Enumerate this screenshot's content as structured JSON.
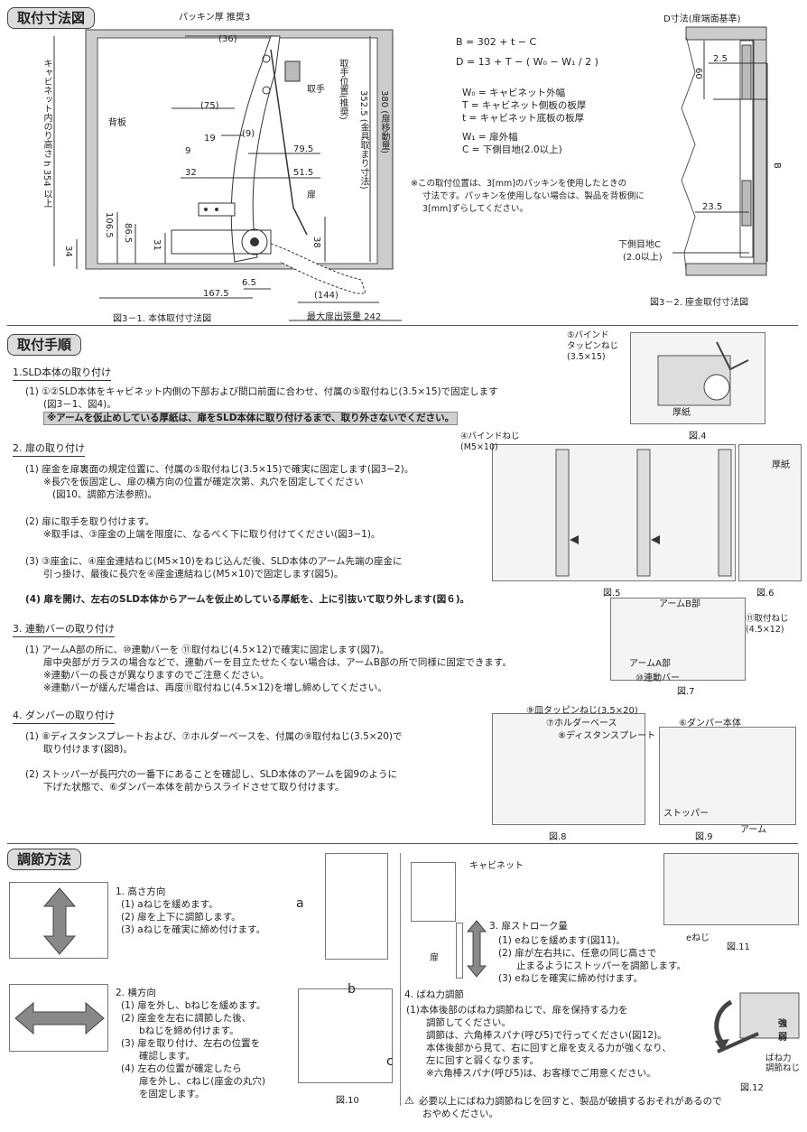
{
  "install_dim": {
    "title": "取付寸法図",
    "packing": "パッキン厚 推奨3",
    "dims": {
      "d36": "(36)",
      "d75": "(75)",
      "d9p": "(9)",
      "d9": "9",
      "d19": "19",
      "d795": "79.5",
      "d32": "32",
      "d515": "51.5",
      "d1065": "106.5",
      "d865": "86.5",
      "d31": "31",
      "d34": "34",
      "d38": "38",
      "d65": "6.5",
      "d1675": "167.5",
      "d144": "(144)"
    },
    "labels": {
      "handle": "取手",
      "door": "扉",
      "backboard": "背板",
      "height": "キャビネット内のり高さ h 354 以上",
      "handle_pos": "取手位置(推奨)",
      "metal_pos": "352.5 (金具取まり寸法)",
      "door_move": "380 (扉移動量)",
      "max_door": "最大扉出張量 242"
    },
    "caption": "図3－1. 本体取付寸法図",
    "formulas": [
      "B = 302 + t − C",
      "D = 13 + T − ( W₀ − W₁ / 2 )"
    ],
    "defs": [
      "W₀ = キャビネット外幅",
      "T = キャビネット側板の板厚",
      "t = キャビネット底板の板厚",
      "W₁ = 扉外幅",
      "C = 下側目地(2.0以上)"
    ],
    "note": [
      "※この取付位置は、3[mm]のパッキンを使用したときの",
      "寸法です。パッキンを使用しない場合は、製品を背板側に",
      "3[mm]ずらしてください。"
    ],
    "d_label": "D寸法(扉端面基準)",
    "d60": "60",
    "d25": "2.5",
    "b": "B",
    "d235": "23.5",
    "gap": "下側目地C",
    "gap_val": "(2.0以上)",
    "caption2": "図3－2. 座金取付寸法図"
  },
  "procedure": {
    "title": "取付手順",
    "s1": {
      "h": "1.SLD本体の取り付け",
      "l1": "(1) ①②SLD本体をキャビネット内側の下部および間口前面に合わせ、付属の⑤取付ねじ(3.5×15)で固定します",
      "l2": "(図3－1、図4)。",
      "warn": "※アームを仮止めしている厚紙は、扉をSLD本体に取り付けるまで、取り外さないでください。"
    },
    "s2": {
      "h": "2. 扉の取り付け",
      "l1": "(1) 座金を扉裏面の規定位置に、付属の⑤取付ねじ(3.5×15)で確実に固定します(図3−2)。",
      "l2": "※長穴を仮固定し、扉の横方向の位置が確定次第、丸穴を固定してください",
      "l3": "(図10、調節方法参照)。",
      "l4": "(2) 扉に取手を取り付けます。",
      "l5": "※取手は、③座金の上端を限度に、なるべく下に取り付けてください(図3−1)。",
      "l6": "(3) ③座金に、④座金連結ねじ(M5×10)をねじ込んだ後、SLD本体のアーム先端の座金に",
      "l7": "引っ掛け、最後に長穴を④座金連結ねじ(M5×10)で固定します(図5)。",
      "l8": "(4) 扉を開け、左右のSLD本体からアームを仮止めしている厚紙を、上に引抜いて取り外します(図６)。"
    },
    "s3": {
      "h": "3. 連動バーの取り付け",
      "l1": "(1) アームA部の所に、⑩連動バーを ⑪取付ねじ(4.5×12)で確実に固定します(図7)。",
      "l2": "扉中央部がガラスの場合などで、連動バーを目立たせたくない場合は、アームB部の所で同様に固定できます。",
      "l3": "※連動バーの長さが異なりますのでご注意ください。",
      "l4": "※連動バーが緩んだ場合は、再度⑪取付ねじ(4.5×12)を増し締めしてください。"
    },
    "s4": {
      "h": "4. ダンパーの取り付け",
      "l1": "(1) ⑧ディスタンスプレートおよび、⑦ホルダーベースを、付属の⑨取付ねじ(3.5×20)で",
      "l2": "取り付けます(図8)。",
      "l3": "(2) ストッパーが長円穴の一番下にあることを確認し、SLD本体のアームを図9のように",
      "l4": "下げた状態で、⑥ダンパー本体を前からスライドさせて取り付けます。"
    },
    "figs": {
      "f4_label": "⑤バインド\nタッピンねじ\n(3.5×15)",
      "f4_paper": "厚紙",
      "f4_cap": "図.4",
      "f5_label": "④バインドねじ\n(M5×10)",
      "f5_cap": "図.5",
      "f6_paper": "厚紙",
      "f6_cap": "図.6",
      "f7_armb": "アームB部",
      "f7_screw": "⑪取付ねじ\n(4.5×12)",
      "f7_arma": "アームA部",
      "f7_bar": "⑩連動バー",
      "f7_cap": "図.7",
      "f8_l1": "⑨皿タッピンねじ(3.5×20)",
      "f8_l2": "⑦ホルダーベース",
      "f8_l3": "⑧ディスタンスプレート",
      "f8_cap": "図.8",
      "f9_l1": "⑥ダンパー本体",
      "f9_l2": "ストッパー",
      "f9_l3": "アーム",
      "f9_cap": "図.9"
    }
  },
  "adjust": {
    "title": "調節方法",
    "h1": {
      "h": "1. 高さ方向",
      "l1": "(1) aねじを緩めます。",
      "l2": "(2) 扉を上下に調節します。",
      "l3": "(3) aねじを確実に締め付けます。",
      "a": "a"
    },
    "h2": {
      "h": "2. 横方向",
      "l1": "(1) 扉を外し、bねじを緩めます。",
      "l2": "(2) 座金を左右に調節した後、",
      "l3": "bねじを締め付けます。",
      "l4": "(3) 扉を取り付け、左右の位置を",
      "l5": "確認します。",
      "l6": "(4) 左右の位置が確定したら",
      "l7": "扉を外し、cねじ(座金の丸穴)",
      "l8": "を固定します。",
      "b": "b",
      "c": "c",
      "cap": "図.10"
    },
    "h3": {
      "cab": "キャビネット",
      "door": "扉",
      "h": "3. 扉ストローク量",
      "l1": "(1) eねじを緩めます(図11)。",
      "l2": "(2) 扉が左右共に、任意の同じ高さで",
      "l3": "止まるようにストッパーを調節します。",
      "l4": "(3) eねじを確実に締め付けます。",
      "e": "eねじ",
      "cap": "図.11"
    },
    "h4": {
      "h": "4. ばね力調節",
      "l1": "(1)本体後部のばね力調節ねじで、扉を保持する力を",
      "l2": "調節してください。",
      "l3": "調節は、六角棒スパナ(呼び5)で行ってください(図12)。",
      "l4": "本体後部から見て、右に回すと扉を支える力が強くなり、",
      "l5": "左に回すと弱くなります。",
      "l6": "※六角棒スパナ(呼び5)は、お客様でご用意ください。",
      "strong": "強",
      "weak": "弱",
      "spring": "ばね力\n調節ねじ",
      "cap": "図.12"
    },
    "warning": [
      "必要以上にばね力調節ねじを回すと、製品が破損するおそれがあるので",
      "おやめください。"
    ]
  }
}
